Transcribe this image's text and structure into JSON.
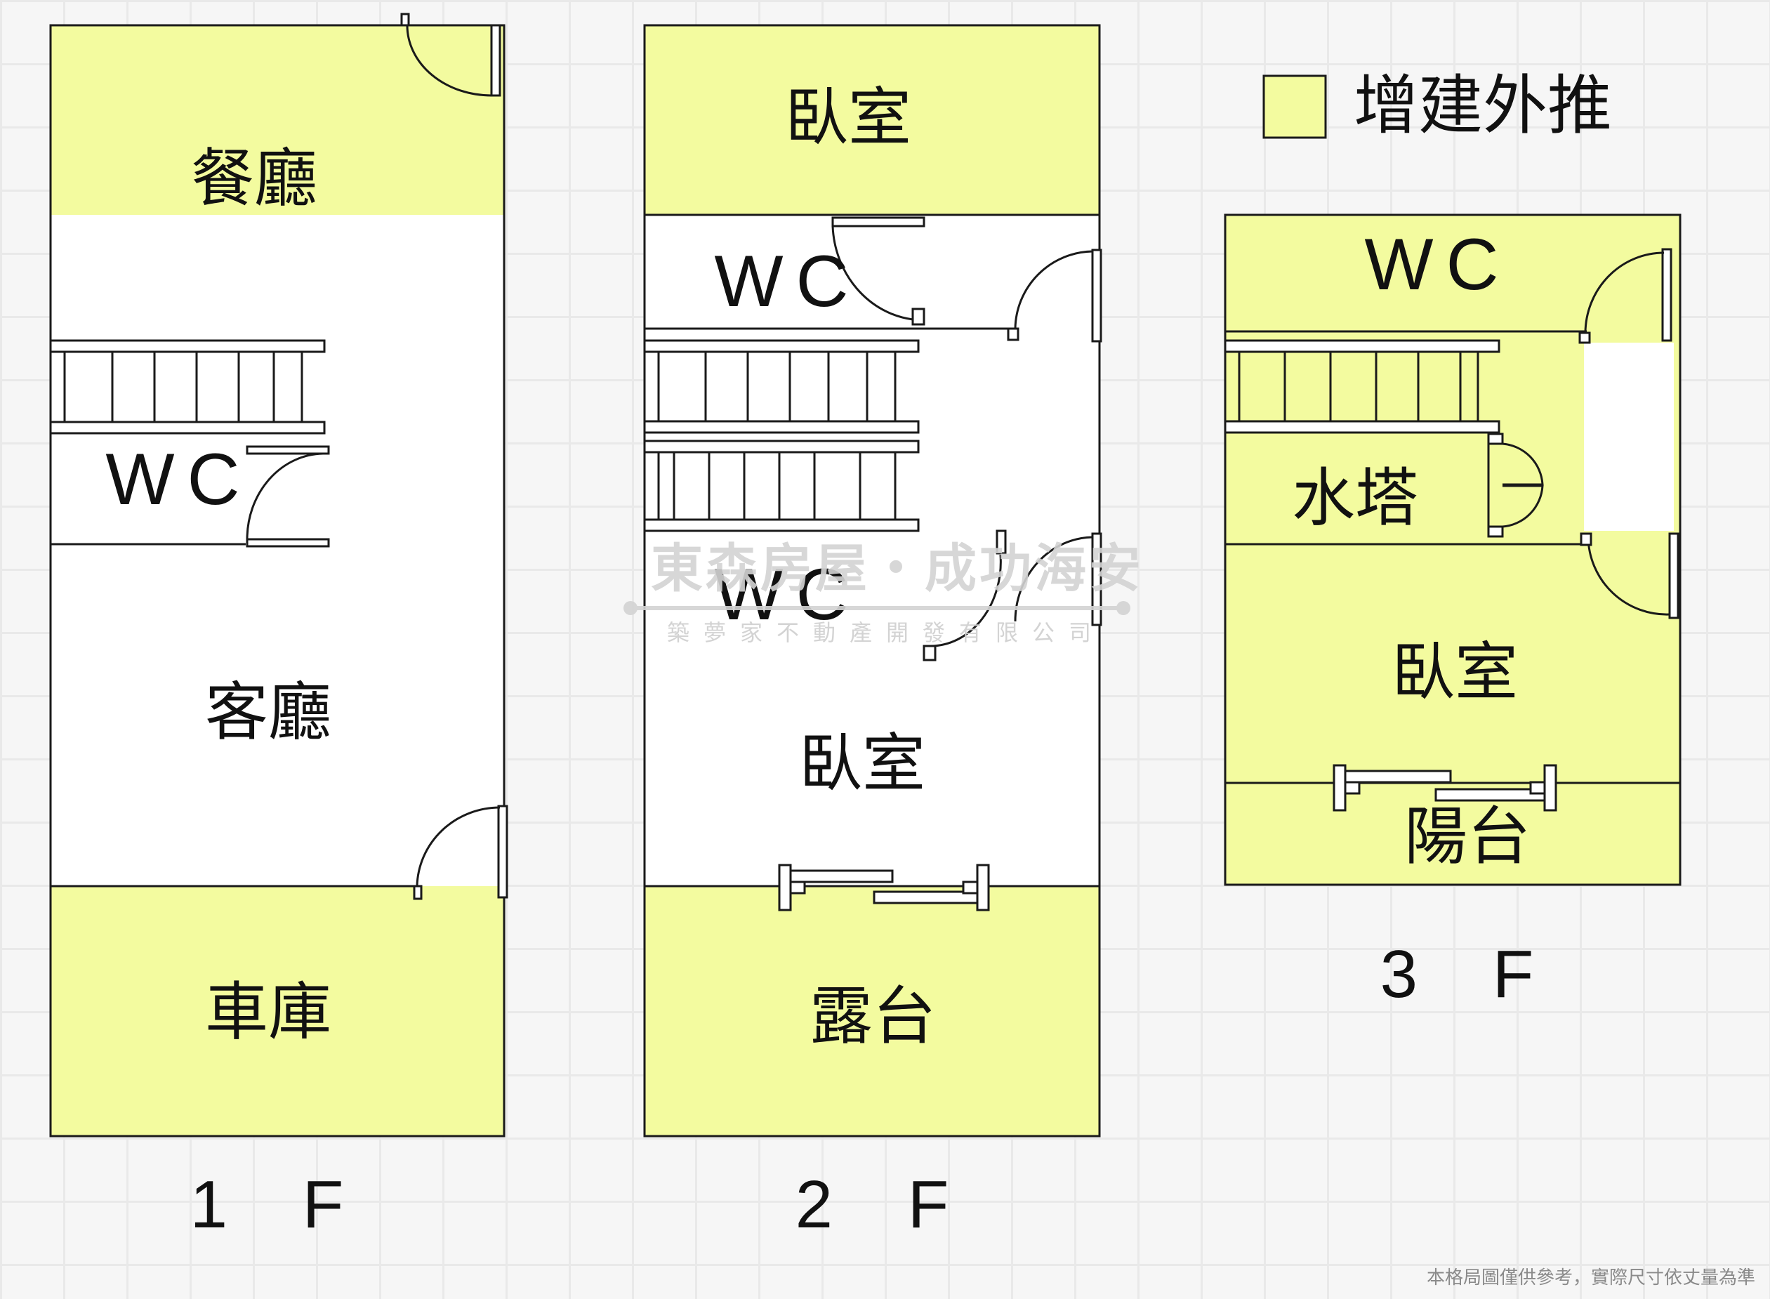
{
  "colors": {
    "extension_fill": "#f3fb9f",
    "interior_fill": "#ffffff",
    "wall": "#1a1a1a",
    "watermark": "#d3d3d3"
  },
  "legend": {
    "label": "增建外推"
  },
  "watermark": {
    "main": "東森房屋・成功海安",
    "sub": "築夢家不動產開發有限公司"
  },
  "disclaimer": "本格局圖僅供參考，實際尺寸依丈量為準",
  "floors": {
    "f1": {
      "label": "1 F",
      "rooms": {
        "dining": "餐廳",
        "wc": "WC",
        "living": "客廳",
        "garage": "車庫"
      }
    },
    "f2": {
      "label": "2 F",
      "rooms": {
        "bedroom_top": "臥室",
        "wc_top": "WC",
        "wc_mid": "WC",
        "bedroom_bottom": "臥室",
        "terrace": "露台"
      }
    },
    "f3": {
      "label": "3 F",
      "rooms": {
        "wc": "WC",
        "water_tower": "水塔",
        "bedroom": "臥室",
        "balcony": "陽台"
      }
    }
  }
}
